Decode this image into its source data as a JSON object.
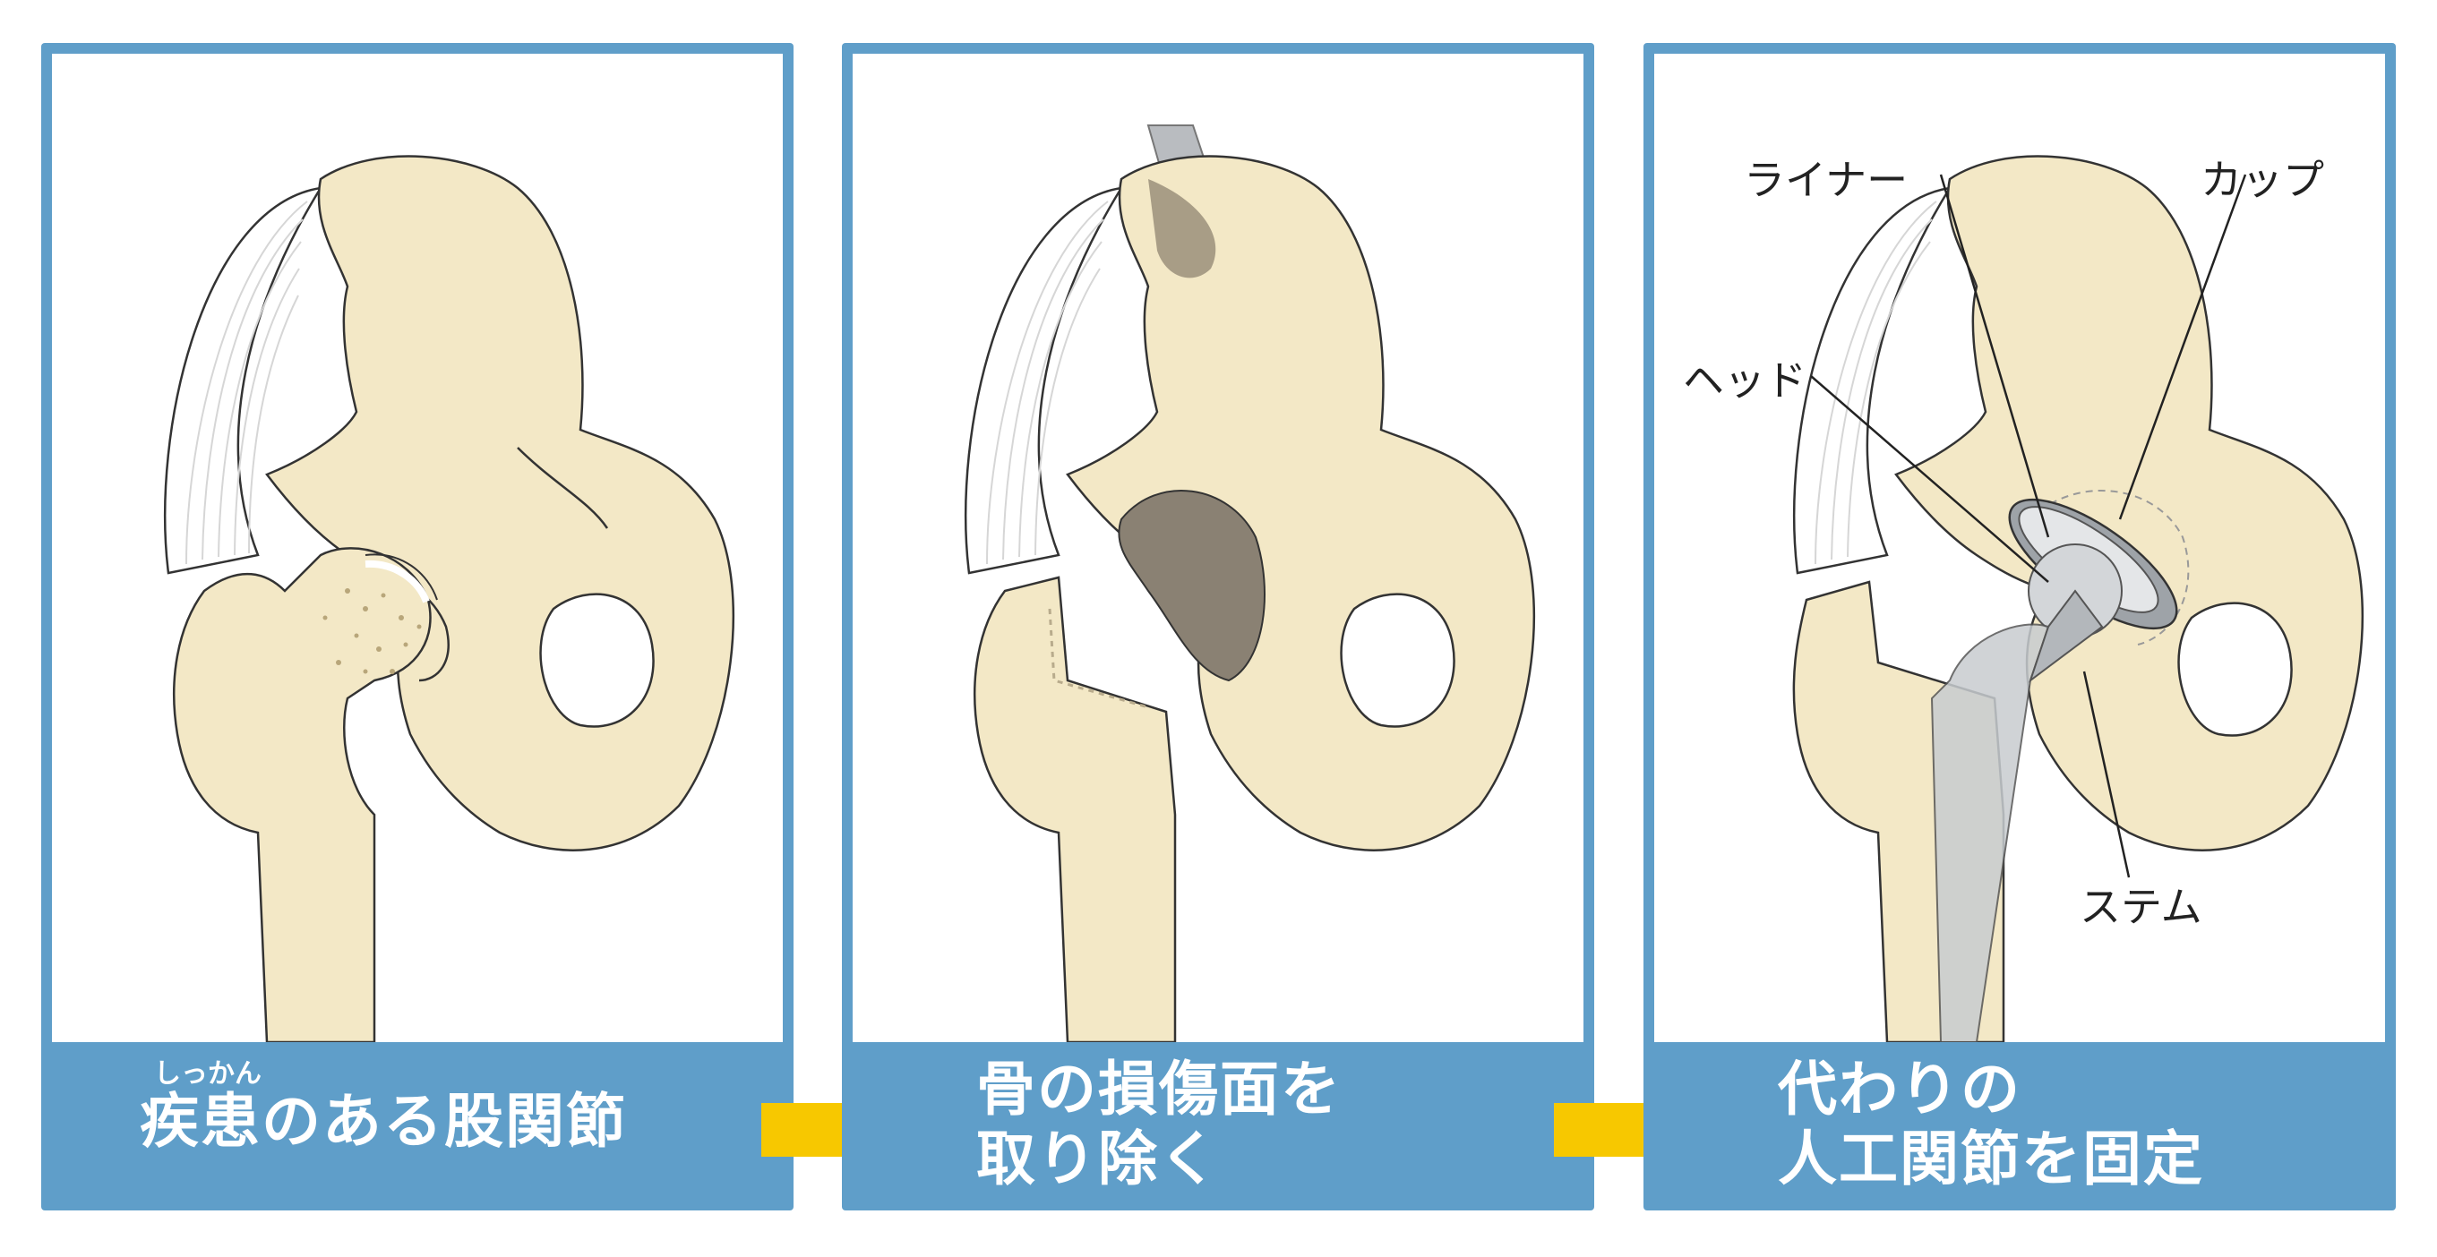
{
  "panels": [
    {
      "caption_ruby": "しっかん",
      "caption_lines": [
        "疾患のある股関節"
      ]
    },
    {
      "caption_lines": [
        "骨の損傷面を",
        "取り除く"
      ]
    },
    {
      "caption_lines": [
        "代わりの",
        "人工関節を固定"
      ]
    }
  ],
  "labels": {
    "liner": "ライナー",
    "cup": "カップ",
    "head": "ヘッド",
    "stem": "ステム"
  },
  "colors": {
    "frame": "#5f9ec9",
    "bone": "#f3e8c6",
    "arrow": "#f7c800",
    "implant": "#c8ccd0"
  }
}
